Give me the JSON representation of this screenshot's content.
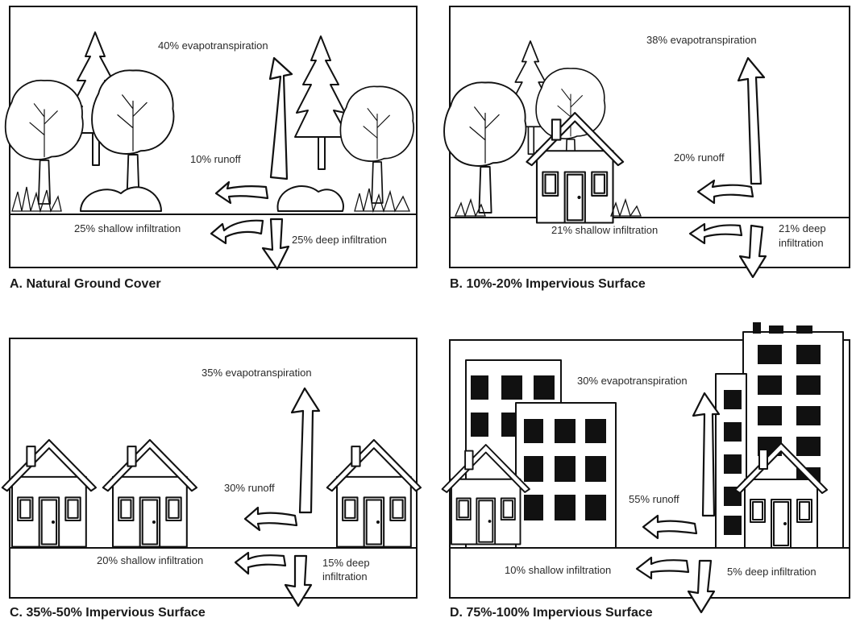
{
  "panels": [
    {
      "caption": "A. Natural Ground Cover",
      "labels": {
        "evapotranspiration": "40% evapotranspiration",
        "runoff": "10% runoff",
        "shallow": "25% shallow infiltration",
        "deep": "25% deep infiltration"
      }
    },
    {
      "caption": "B. 10%-20% Impervious Surface",
      "labels": {
        "evapotranspiration": "38% evapotranspiration",
        "runoff": "20% runoff",
        "shallow": "21% shallow infiltration",
        "deep_line1": "21% deep",
        "deep_line2": "infiltration"
      }
    },
    {
      "caption": "C. 35%-50% Impervious Surface",
      "labels": {
        "evapotranspiration": "35% evapotranspiration",
        "runoff": "30% runoff",
        "shallow": "20% shallow infiltration",
        "deep_line1": "15% deep",
        "deep_line2": "infiltration"
      }
    },
    {
      "caption": "D. 75%-100% Impervious Surface",
      "labels": {
        "evapotranspiration": "30% evapotranspiration",
        "runoff": "55% runoff",
        "shallow": "10% shallow infiltration",
        "deep": "5% deep infiltration"
      }
    }
  ]
}
